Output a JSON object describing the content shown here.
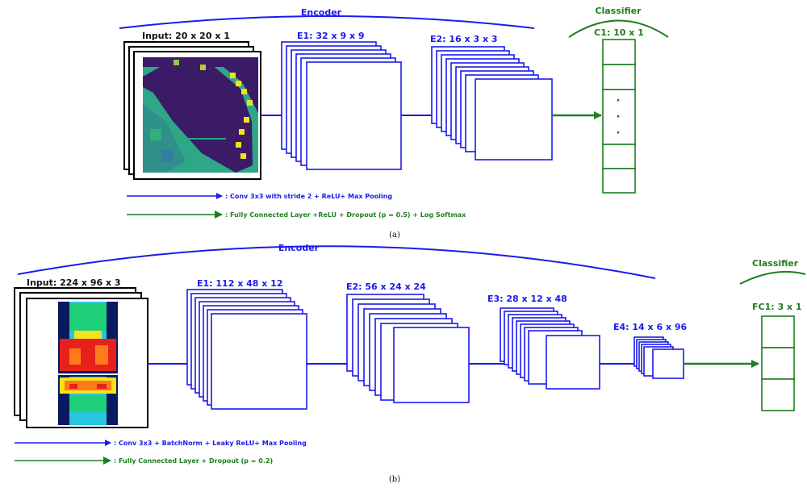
{
  "colors": {
    "encoder": "#1a1aee",
    "classifier": "#1e7f1e",
    "text": "#111111"
  },
  "panel_a": {
    "encoder_title": "Encoder",
    "classifier_title": "Classifier",
    "input_label": "Input: 20 x 20 x 1",
    "e1_label": "E1: 32 x 9 x 9",
    "e2_label": "E2: 16 x 3 x 3",
    "c1_label": "C1: 10 x 1",
    "c1_dot": "·",
    "legend_conv": ": Conv 3x3 with stride 2 + ReLU+ Max Pooling",
    "legend_fc": ": Fully Connected Layer +ReLU + Dropout (p = 0.5) + Log Softmax",
    "caption": "(a)"
  },
  "panel_b": {
    "encoder_title": "Encoder",
    "classifier_title": "Classifier",
    "input_label": "Input: 224 x 96 x 3",
    "e1_label": "E1: 112 x 48 x 12",
    "e2_label": "E2: 56 x 24 x 24",
    "e3_label": "E3: 28 x 12 x 48",
    "e4_label": "E4: 14 x 6 x 96",
    "fc1_label": "FC1: 3 x 1",
    "legend_conv": ": Conv 3x3 + BatchNorm + Leaky ReLU+ Max Pooling",
    "legend_fc": ": Fully Connected Layer + Dropout (p = 0.2)",
    "caption": "(b)"
  }
}
